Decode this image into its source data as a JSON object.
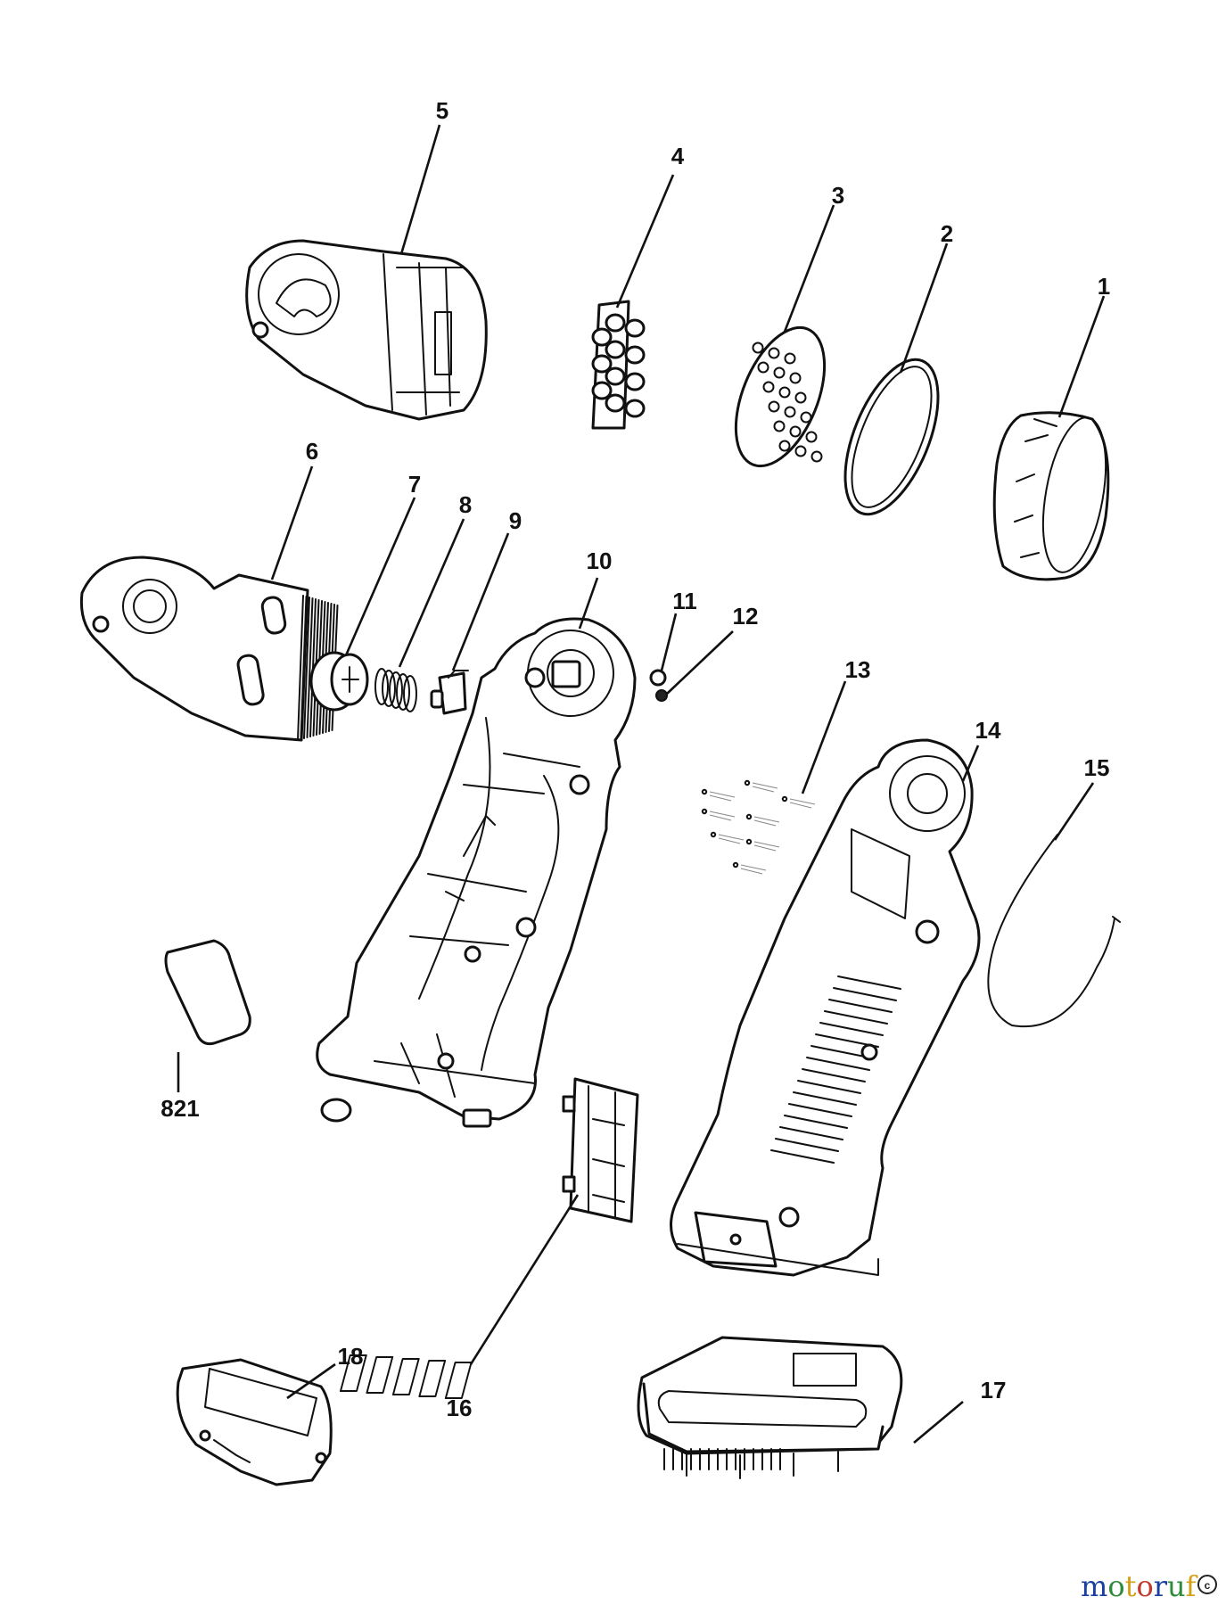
{
  "callouts": [
    {
      "id": "1",
      "label": "1"
    },
    {
      "id": "2",
      "label": "2"
    },
    {
      "id": "3",
      "label": "3"
    },
    {
      "id": "4",
      "label": "4"
    },
    {
      "id": "5",
      "label": "5"
    },
    {
      "id": "6",
      "label": "6"
    },
    {
      "id": "7",
      "label": "7"
    },
    {
      "id": "8",
      "label": "8"
    },
    {
      "id": "9",
      "label": "9"
    },
    {
      "id": "10",
      "label": "10"
    },
    {
      "id": "11",
      "label": "11"
    },
    {
      "id": "12",
      "label": "12"
    },
    {
      "id": "13",
      "label": "13"
    },
    {
      "id": "14",
      "label": "14"
    },
    {
      "id": "15",
      "label": "15"
    },
    {
      "id": "16",
      "label": "16"
    },
    {
      "id": "17",
      "label": "17"
    },
    {
      "id": "18",
      "label": "18"
    },
    {
      "id": "821",
      "label": "821"
    }
  ],
  "watermark": {
    "text": "motoruf",
    "colors": [
      "#1a3fa0",
      "#2e8b3a",
      "#d4a017",
      "#c0392b",
      "#1a3fa0",
      "#2e8b3a",
      "#d4a017"
    ]
  }
}
